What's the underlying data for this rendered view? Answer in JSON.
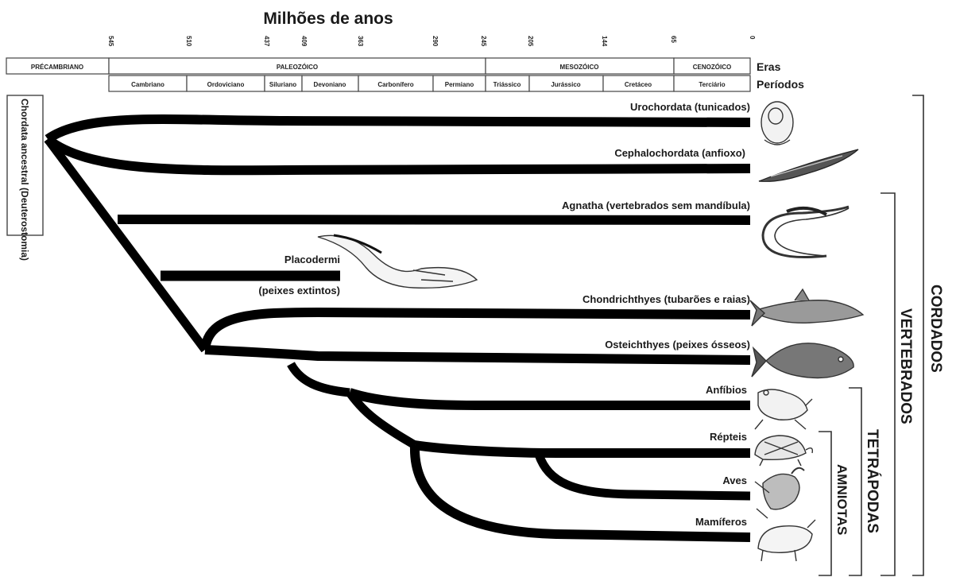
{
  "timescale": {
    "title": "Milhões de anos",
    "ticks": [
      "545",
      "510",
      "437",
      "409",
      "363",
      "290",
      "245",
      "205",
      "144",
      "65",
      "0"
    ],
    "eras_label": "Eras",
    "periods_label": "Períodos",
    "eras": [
      "PRÉCAMBRIANO",
      "PALEOZÓICO",
      "MESOZÓICO",
      "CENOZÓICO"
    ],
    "periods": [
      "Cambriano",
      "Ordoviciano",
      "Siluriano",
      "Devoniano",
      "Carbonífero",
      "Permiano",
      "Triássico",
      "Jurássico",
      "Cretáceo",
      "Terciário"
    ]
  },
  "root_label": "Chordata ancestral (Deuterostomia)",
  "taxa": [
    {
      "label": "Urochordata (tunicados)",
      "icon": "tunicate-icon"
    },
    {
      "label": "Cephalochordata (anfioxo)",
      "icon": "amphioxus-icon"
    },
    {
      "label": "Agnatha (vertebrados sem mandíbula)",
      "icon": "lamprey-icon"
    },
    {
      "label": "Placodermi",
      "sublabel": "(peixes extintos)",
      "icon": "placoderm-icon"
    },
    {
      "label": "Chondrichthyes (tubarões  e raias)",
      "icon": "shark-icon"
    },
    {
      "label": "Osteichthyes (peixes ósseos)",
      "icon": "bony-fish-icon"
    },
    {
      "label": "Anfíbios",
      "icon": "frog-icon"
    },
    {
      "label": "Répteis",
      "icon": "turtle-icon"
    },
    {
      "label": "Aves",
      "icon": "bird-icon"
    },
    {
      "label": "Mamíferos",
      "icon": "mammal-icon"
    }
  ],
  "groups": [
    "CORDADOS",
    "VERTEBRADOS",
    "TETRÁPODAS",
    "AMNIOTAS"
  ]
}
